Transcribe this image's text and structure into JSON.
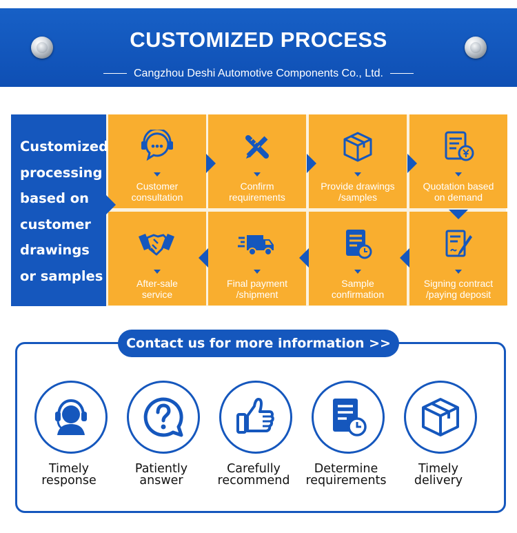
{
  "header": {
    "title": "CUSTOMIZED PROCESS",
    "subtitle": "Cangzhou Deshi Automotive Components Co., Ltd."
  },
  "process": {
    "intro_lines": [
      "Customized",
      "processing",
      "based on",
      "customer",
      "drawings",
      "or samples"
    ],
    "steps": [
      {
        "label": "Customer\nconsultation",
        "icon": "chat-bubble-icon"
      },
      {
        "label": "Confirm\nrequirements",
        "icon": "pencil-ruler-icon"
      },
      {
        "label": "Provide drawings\n/samples",
        "icon": "box-icon"
      },
      {
        "label": "Quotation based\non demand",
        "icon": "quotation-yen-icon"
      },
      {
        "label": "Signing contract\n/paying deposit",
        "icon": "contract-sign-icon"
      },
      {
        "label": "Sample\nconfirmation",
        "icon": "document-clock-icon"
      },
      {
        "label": "Final payment\n/shipment",
        "icon": "delivery-truck-icon"
      },
      {
        "label": "After-sale\nservice",
        "icon": "handshake-icon"
      }
    ]
  },
  "contact": {
    "label": "Contact us for more information >>"
  },
  "features": [
    {
      "label": "Timely\nresponse",
      "icon": "headset-agent-icon"
    },
    {
      "label": "Patiently\nanswer",
      "icon": "question-bubble-icon"
    },
    {
      "label": "Carefully\nrecommend",
      "icon": "thumbs-up-icon"
    },
    {
      "label": "Determine\nrequirements",
      "icon": "document-clock-icon"
    },
    {
      "label": "Timely\ndelivery",
      "icon": "box-icon"
    }
  ],
  "colors": {
    "brand_blue": "#1557bd",
    "step_orange": "#f9ae2f"
  }
}
